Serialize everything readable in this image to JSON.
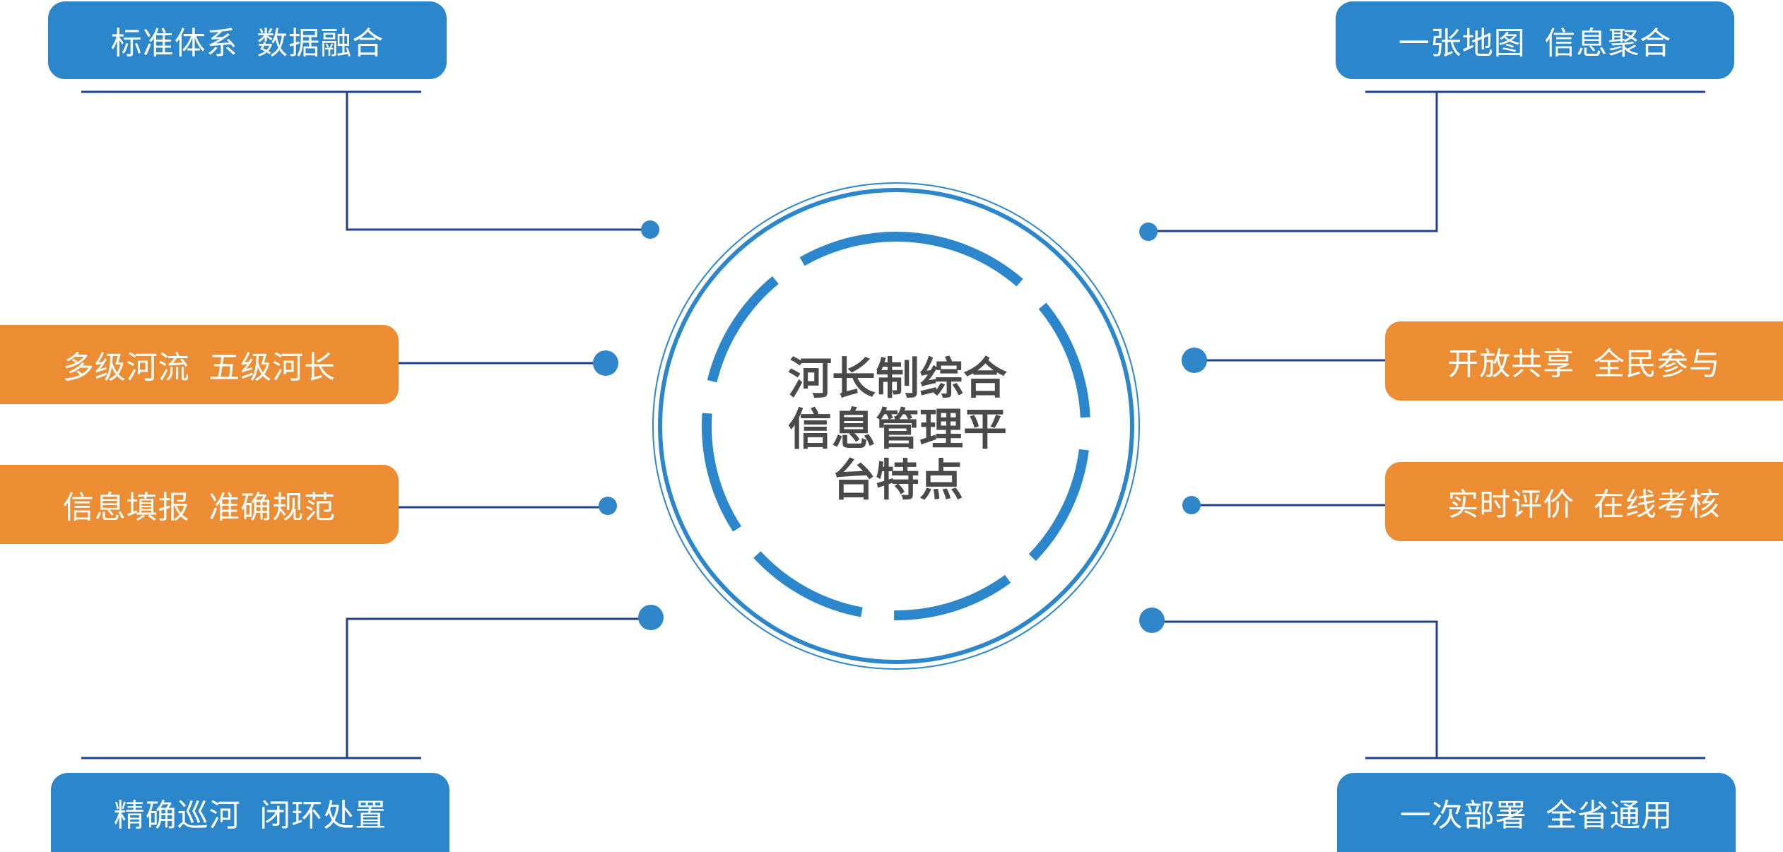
{
  "center": {
    "line1": "河长制综合",
    "line2": "信息管理平",
    "line3": "台特点"
  },
  "features": {
    "top_left": "标准体系  数据融合",
    "top_right": "一张地图  信息聚合",
    "mid_left_1": "多级河流  五级河长",
    "mid_left_2": "信息填报  准确规范",
    "mid_right_1": "开放共享  全民参与",
    "mid_right_2": "实时评价  在线考核",
    "bottom_left": "精确巡河  闭环处置",
    "bottom_right": "一次部署  全省通用"
  },
  "colors": {
    "blue_box": "#2c86cc",
    "orange_box": "#ec8c33",
    "connector": "#1f3f8f",
    "dot": "#2f86c8",
    "ring": "#2c86cc",
    "center_text": "#4a4a4a"
  }
}
